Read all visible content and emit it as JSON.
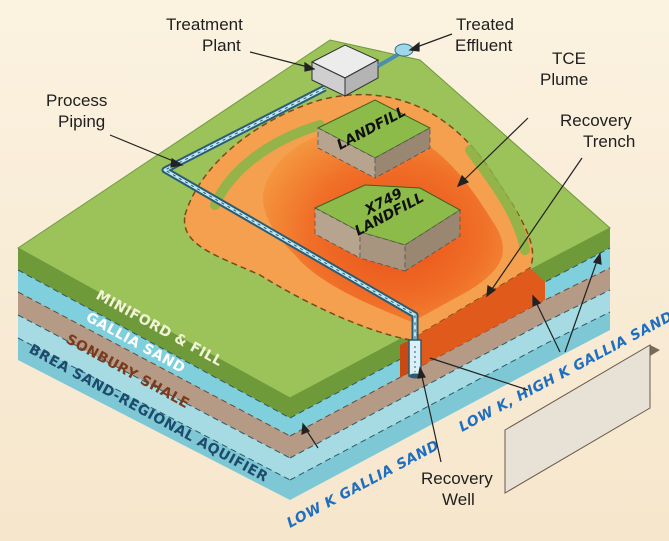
{
  "callouts": {
    "treatment_plant": [
      "Treatment",
      "Plant"
    ],
    "treated_effluent": [
      "Treated",
      "Effluent"
    ],
    "tce_plume": [
      "TCE",
      "Plume"
    ],
    "recovery_trench": [
      "Recovery",
      "Trench"
    ],
    "process_piping": [
      "Process",
      "Piping"
    ],
    "recovery_well": [
      "Recovery",
      "Well"
    ]
  },
  "landfills": {
    "north": "LANDFILL",
    "south_line1": "X749",
    "south_line2": "LANDFILL"
  },
  "layers": {
    "miniford": "MINIFORD & FILL",
    "gallia": "GALLIA SAND",
    "sonbury": "SONBURY SHALE",
    "brea": "BREA SAND-REGIONAL AQUIFIER"
  },
  "zones": {
    "low_k_gallia": "LOW K GALLIA SAND",
    "low_high_k_gallia": "LOW K, HIGH K GALLIA SAND"
  },
  "colors": {
    "grass": "#9cc25a",
    "grass_edge": "#6e9a3c",
    "gallia": "#7fd0dc",
    "sonbury": "#b89a86",
    "brea": "#a8dde6",
    "plume_outer": "#f3a04c",
    "plume_mid": "#f07a2e",
    "plume_core": "#e85a20",
    "accent_blue": "#1e6fc0"
  }
}
